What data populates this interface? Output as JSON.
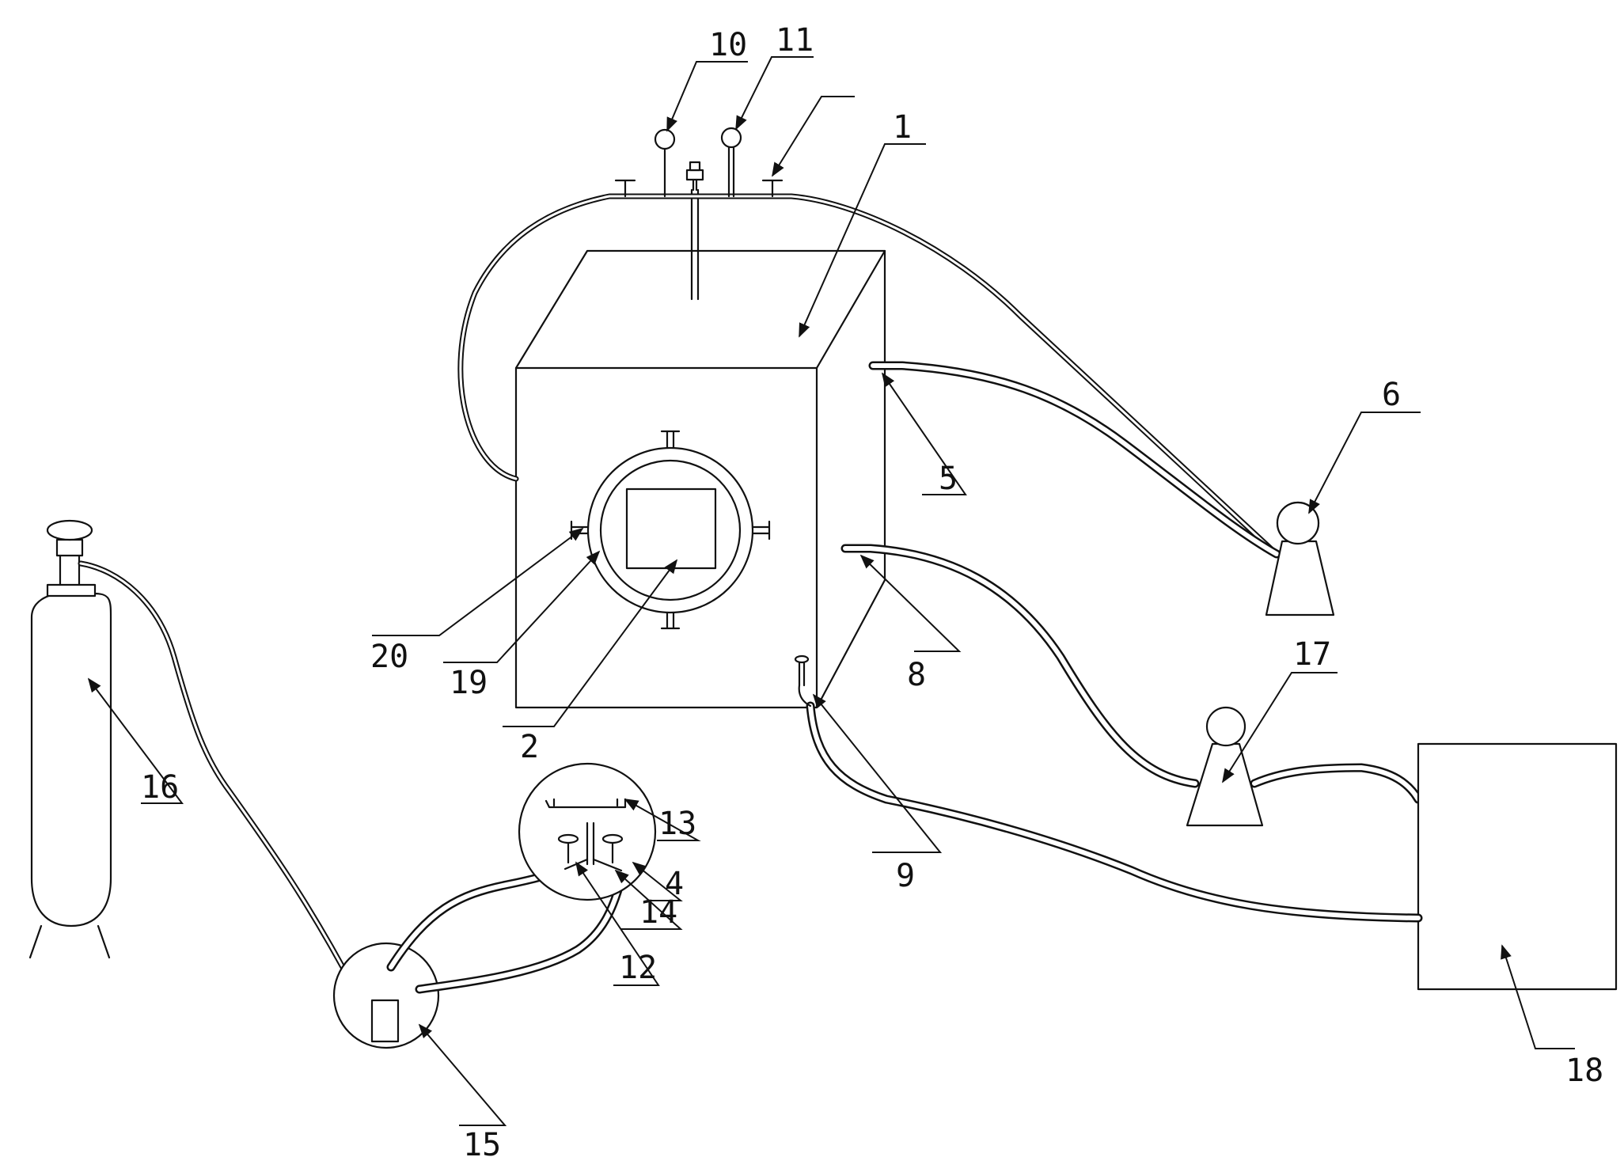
{
  "labels": {
    "l1": "1",
    "l2": "2",
    "l4": "4",
    "l5": "5",
    "l6": "6",
    "l8": "8",
    "l9": "9",
    "l10": "10",
    "l11": "11",
    "l12": "12",
    "l13": "13",
    "l14": "14",
    "l15": "15",
    "l16": "16",
    "l17": "17",
    "l18": "18",
    "l19": "19",
    "l20": "20"
  }
}
